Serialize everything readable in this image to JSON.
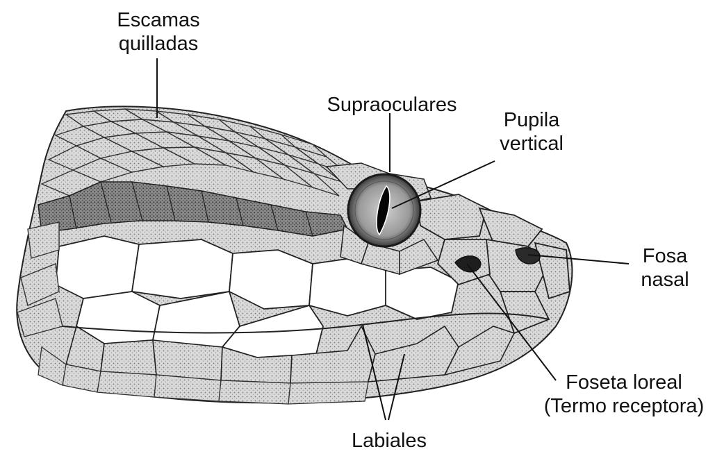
{
  "figure": {
    "subject": "snake-head-side-view",
    "colors": {
      "ink": "#111111",
      "shade_dark": "#4a4a4a",
      "shade_mid": "#8c8c8c",
      "shade_light": "#cfcfcf",
      "background": "#ffffff"
    }
  },
  "labels": {
    "keeled_scales": [
      "Escamas",
      "quilladas"
    ],
    "supraoculars": "Supraoculares",
    "vertical_pupil": [
      "Pupila",
      "vertical"
    ],
    "nostril": [
      "Fosa",
      "nasal"
    ],
    "loreal_pit": [
      "Foseta loreal",
      "(Termo receptora)"
    ],
    "labials": "Labiales"
  }
}
